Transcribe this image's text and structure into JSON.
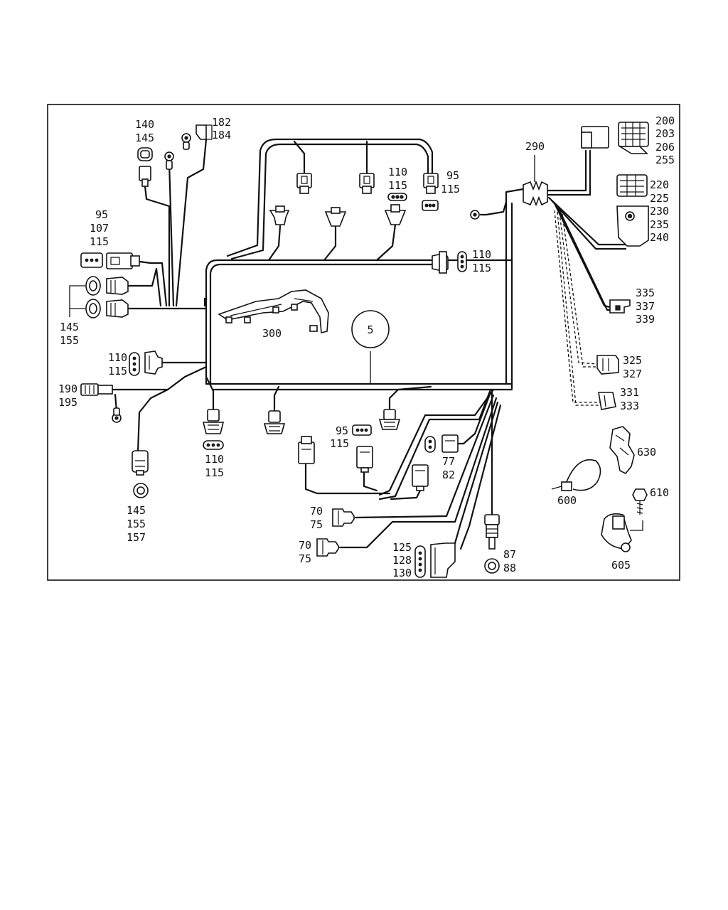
{
  "callout_number": "5",
  "labels": {
    "l140_145": [
      "140",
      "145"
    ],
    "l182_184": [
      "182",
      "184"
    ],
    "l95_107_115": [
      "95",
      "107",
      "115"
    ],
    "l145_155_left": [
      "145",
      "155"
    ],
    "l110_115_left": [
      "110",
      "115"
    ],
    "l190_195": [
      "190",
      "195"
    ],
    "l145_155_157": [
      "145",
      "155",
      "157"
    ],
    "l110_115_bottom": [
      "110",
      "115"
    ],
    "l300": [
      "300"
    ],
    "l110_115_top": [
      "110",
      "115"
    ],
    "l95_115_top": [
      "95",
      "115"
    ],
    "l110_115_right": [
      "110",
      "115"
    ],
    "l95_115_bottom": [
      "95",
      "115"
    ],
    "l77_82": [
      "77",
      "82"
    ],
    "l70_75_a": [
      "70",
      "75"
    ],
    "l70_75_b": [
      "70",
      "75"
    ],
    "l125_128_130": [
      "125",
      "128",
      "130"
    ],
    "l87_88": [
      "87",
      "88"
    ],
    "l290": [
      "290"
    ],
    "l200_255": [
      "200",
      "203",
      "206",
      "255"
    ],
    "l220_240": [
      "220",
      "225",
      "230",
      "235",
      "240"
    ],
    "l335_339": [
      "335",
      "337",
      "339"
    ],
    "l325_327": [
      "325",
      "327"
    ],
    "l331_333": [
      "331",
      "333"
    ],
    "l630": [
      "630"
    ],
    "l610": [
      "610"
    ],
    "l600": [
      "600"
    ],
    "l605": [
      "605"
    ]
  }
}
